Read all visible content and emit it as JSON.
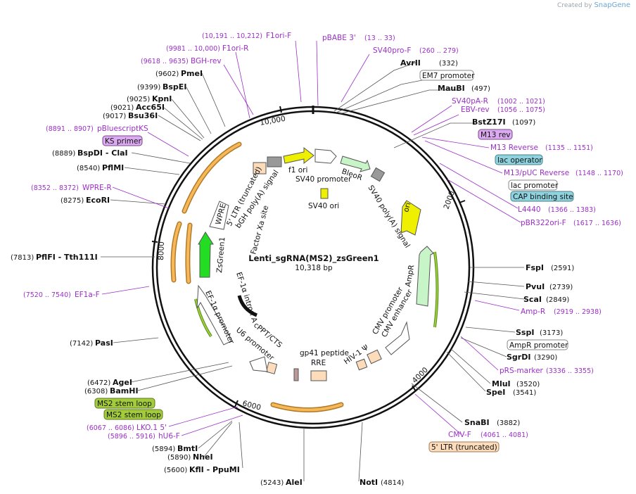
{
  "credit": {
    "prefix": "Created by",
    "brand": "SnapGene"
  },
  "plasmid": {
    "name": "Lenti_sgRNA(MS2)_zsGreen1",
    "size": "10,318 bp"
  },
  "ticks": [
    "2000",
    "4000",
    "6000",
    "8000",
    "10,000"
  ],
  "enzymes": [
    {
      "name": "AvrII",
      "pos": "(332)"
    },
    {
      "name": "MauBI",
      "pos": "(497)"
    },
    {
      "name": "BstZ17I",
      "pos": "(1097)"
    },
    {
      "name": "FspI",
      "pos": "(2591)"
    },
    {
      "name": "PvuI",
      "pos": "(2739)"
    },
    {
      "name": "ScaI",
      "pos": "(2849)"
    },
    {
      "name": "SspI",
      "pos": "(3173)"
    },
    {
      "name": "SgrDI",
      "pos": "(3290)"
    },
    {
      "name": "MluI",
      "pos": "(3520)"
    },
    {
      "name": "SpeI",
      "pos": "(3541)"
    },
    {
      "name": "SnaBI",
      "pos": "(3882)"
    },
    {
      "name": "NotI",
      "pos": "(4814)"
    },
    {
      "name": "AleI",
      "pos": "(5243)"
    },
    {
      "name": "KflI - PpuMI",
      "pos": "(5600)"
    },
    {
      "name": "NheI",
      "pos": "(5890)"
    },
    {
      "name": "BmtI",
      "pos": "(5894)"
    },
    {
      "name": "BamHI",
      "pos": "(6308)"
    },
    {
      "name": "AgeI",
      "pos": "(6472)"
    },
    {
      "name": "PasI",
      "pos": "(7142)"
    },
    {
      "name": "PflFI - Tth111I",
      "pos": "(7813)"
    },
    {
      "name": "EcoRI",
      "pos": "(8275)"
    },
    {
      "name": "PflMI",
      "pos": "(8540)"
    },
    {
      "name": "BspDI - ClaI",
      "pos": "(8889)"
    },
    {
      "name": "Bsu36I",
      "pos": "(9017)"
    },
    {
      "name": "Acc65I",
      "pos": "(9021)"
    },
    {
      "name": "KpnI",
      "pos": "(9025)"
    },
    {
      "name": "BspEI",
      "pos": "(9399)"
    },
    {
      "name": "PmeI",
      "pos": "(9602)"
    }
  ],
  "primers": [
    {
      "name": "F1ori-F",
      "pos": "(10,191 .. 10,212)"
    },
    {
      "name": "pBABE 3'",
      "pos": "(13 .. 33)"
    },
    {
      "name": "SV40pro-F",
      "pos": "(260 .. 279)"
    },
    {
      "name": "F1ori-R",
      "pos": "(9981 .. 10,000)"
    },
    {
      "name": "BGH-rev",
      "pos": "(9618 .. 9635)"
    },
    {
      "name": "SV40pA-R",
      "pos": "(1002 .. 1021)"
    },
    {
      "name": "EBV-rev",
      "pos": "(1056 .. 1075)"
    },
    {
      "name": "M13 Reverse",
      "pos": "(1135 .. 1151)"
    },
    {
      "name": "M13/pUC Reverse",
      "pos": "(1148 .. 1170)"
    },
    {
      "name": "L4440",
      "pos": "(1366 .. 1383)"
    },
    {
      "name": "pBR322ori-F",
      "pos": "(1617 .. 1636)"
    },
    {
      "name": "pBluescriptKS",
      "pos": "(8891 .. 8907)"
    },
    {
      "name": "WPRE-R",
      "pos": "(8352 .. 8372)"
    },
    {
      "name": "EF1a-F",
      "pos": "(7520 .. 7540)"
    },
    {
      "name": "Amp-R",
      "pos": "(2919 .. 2938)"
    },
    {
      "name": "pRS-marker",
      "pos": "(3336 .. 3355)"
    },
    {
      "name": "CMV-F",
      "pos": "(4061 .. 4081)"
    },
    {
      "name": "LKO.1 5'",
      "pos": "(6067 .. 6086)"
    },
    {
      "name": "hU6-F",
      "pos": "(5896 .. 5916)"
    }
  ],
  "boxed": [
    {
      "name": "EM7 promoter",
      "fill": "#ffffff",
      "stroke": "#888888"
    },
    {
      "name": "M13 rev",
      "fill": "#dcaaf0",
      "stroke": "#7a4a8a"
    },
    {
      "name": "lac operator",
      "fill": "#8fd3df",
      "stroke": "#4a7f88"
    },
    {
      "name": "lac promoter",
      "fill": "#ffffff",
      "stroke": "#888888"
    },
    {
      "name": "CAP binding site",
      "fill": "#8fd3df",
      "stroke": "#4a7f88"
    },
    {
      "name": "KS primer",
      "fill": "#dcaaf0",
      "stroke": "#7a4a8a"
    },
    {
      "name": "AmpR promoter",
      "fill": "#ffffff",
      "stroke": "#888888"
    },
    {
      "name": "5' LTR (truncated)",
      "fill": "#fddcbc",
      "stroke": "#a07a58"
    },
    {
      "name": "MS2 stem loop",
      "fill": "#a3cc3a",
      "stroke": "#5f7a20"
    },
    {
      "name": "MS2 stem loop",
      "fill": "#a3cc3a",
      "stroke": "#5f7a20"
    }
  ],
  "features": [
    "f1 ori",
    "SV40 promoter",
    "BleoR",
    "SV40 ori",
    "SV40 poly(A) signal",
    "ori",
    "AmpR",
    "CMV enhancer",
    "CMV promoter",
    "HIV-1 Ψ",
    "RRE",
    "gp41 peptide",
    "cPPT/CTS",
    "U6 promoter",
    "EF-1α promoter",
    "EF-1α intron A",
    "ZsGreen1",
    "Factor Xa site",
    "WPRE",
    "5' LTR (truncated)",
    "bGH poly(A) signal"
  ],
  "colors": {
    "primer": "#9b2fc7",
    "zsgreen": "#22dd22",
    "f1ori": "#eef000",
    "bleo": "#c8f5c8",
    "ampr": "#c8f5c8",
    "ltr": "#fddcbc",
    "orange_arc": "#f7b857"
  }
}
